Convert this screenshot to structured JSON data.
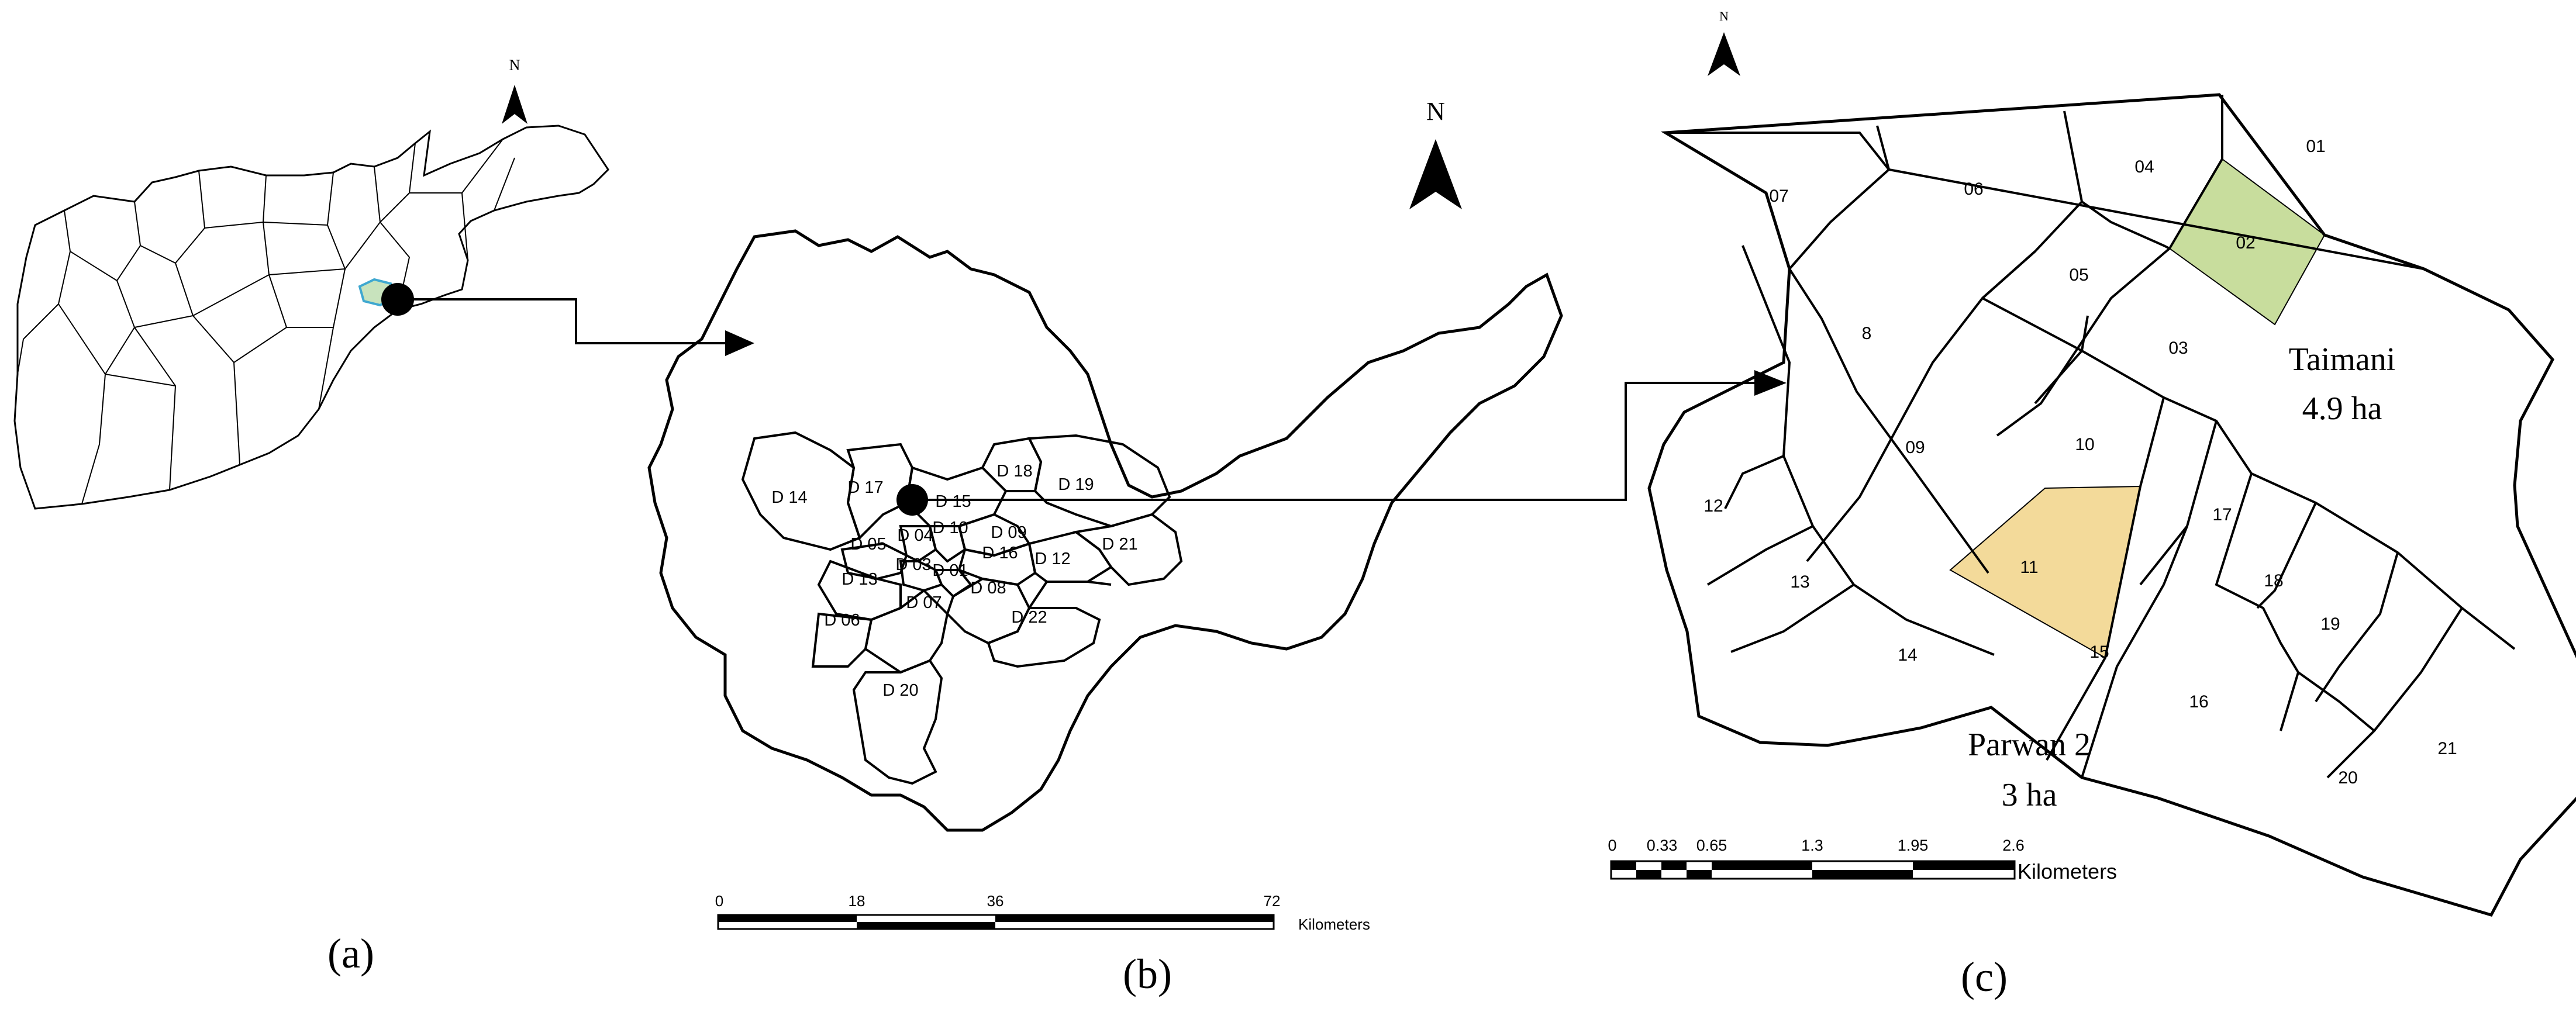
{
  "panels": {
    "a": {
      "caption": "(a)",
      "north": "N"
    },
    "b": {
      "caption": "(b)",
      "north": "N",
      "districts": [
        "D 14",
        "D 17",
        "D 15",
        "D 18",
        "D 19",
        "D 05",
        "D 04",
        "D 10",
        "D 09",
        "D 16",
        "D 12",
        "D 21",
        "D 13",
        "D 03",
        "D 01",
        "D 08",
        "D 06",
        "D 07",
        "D 22",
        "D 20"
      ],
      "scale": {
        "ticks": [
          "0",
          "18",
          "36",
          "72"
        ],
        "unit": "Kilometers"
      }
    },
    "c": {
      "caption": "(c)",
      "north": "N",
      "blocks": [
        "01",
        "02",
        "03",
        "04",
        "05",
        "06",
        "07",
        "8",
        "09",
        "10",
        "11",
        "12",
        "13",
        "14",
        "15",
        "16",
        "17",
        "18",
        "19",
        "20",
        "21"
      ],
      "highlights": {
        "taimani": {
          "block": "02",
          "name": "Taimani",
          "area": "4.9 ha",
          "color": "#c8dd9d"
        },
        "parwan": {
          "block": "11",
          "name": "Parwan 2",
          "area": "3 ha",
          "color": "#f3da9a"
        }
      },
      "scale": {
        "ticks": [
          "0",
          "0.33",
          "0.65",
          "1.3",
          "1.95",
          "2.6"
        ],
        "unit": "Kilometers"
      }
    }
  }
}
